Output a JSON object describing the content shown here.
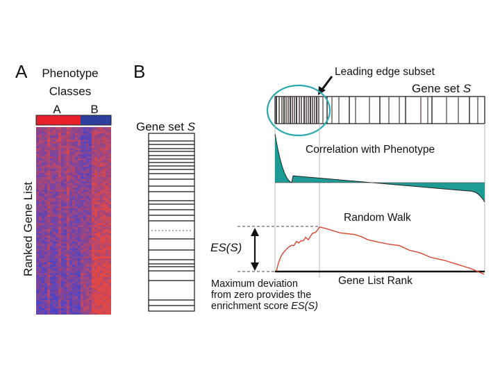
{
  "panel_a": {
    "letter": "A",
    "title_line1": "Phenotype",
    "title_line2": "Classes",
    "class_a": "A",
    "class_b": "B",
    "y_axis_label": "Ranked Gene List",
    "colors": {
      "class_a_bar": "#e8202a",
      "class_b_bar": "#2e3f9e",
      "high": "#e04848",
      "low": "#4a44c8"
    }
  },
  "panel_b": {
    "letter": "B",
    "gene_set_label": "Gene set",
    "gene_set_symbol": "S",
    "leading_edge_label": "Leading edge subset",
    "correlation_label": "Correlation with Phenotype",
    "random_walk_label": "Random Walk",
    "es_label": "ES(S)",
    "rank_axis_label": "Gene List Rank",
    "note_line1": "Maximum deviation",
    "note_line2": "from zero provides the",
    "note_line3_prefix": "enrichment score ",
    "note_line3_italic": "ES(S)",
    "colors": {
      "curve": "#d8442e",
      "fill": "#1e9b94",
      "circle": "#2aa8b0"
    }
  }
}
